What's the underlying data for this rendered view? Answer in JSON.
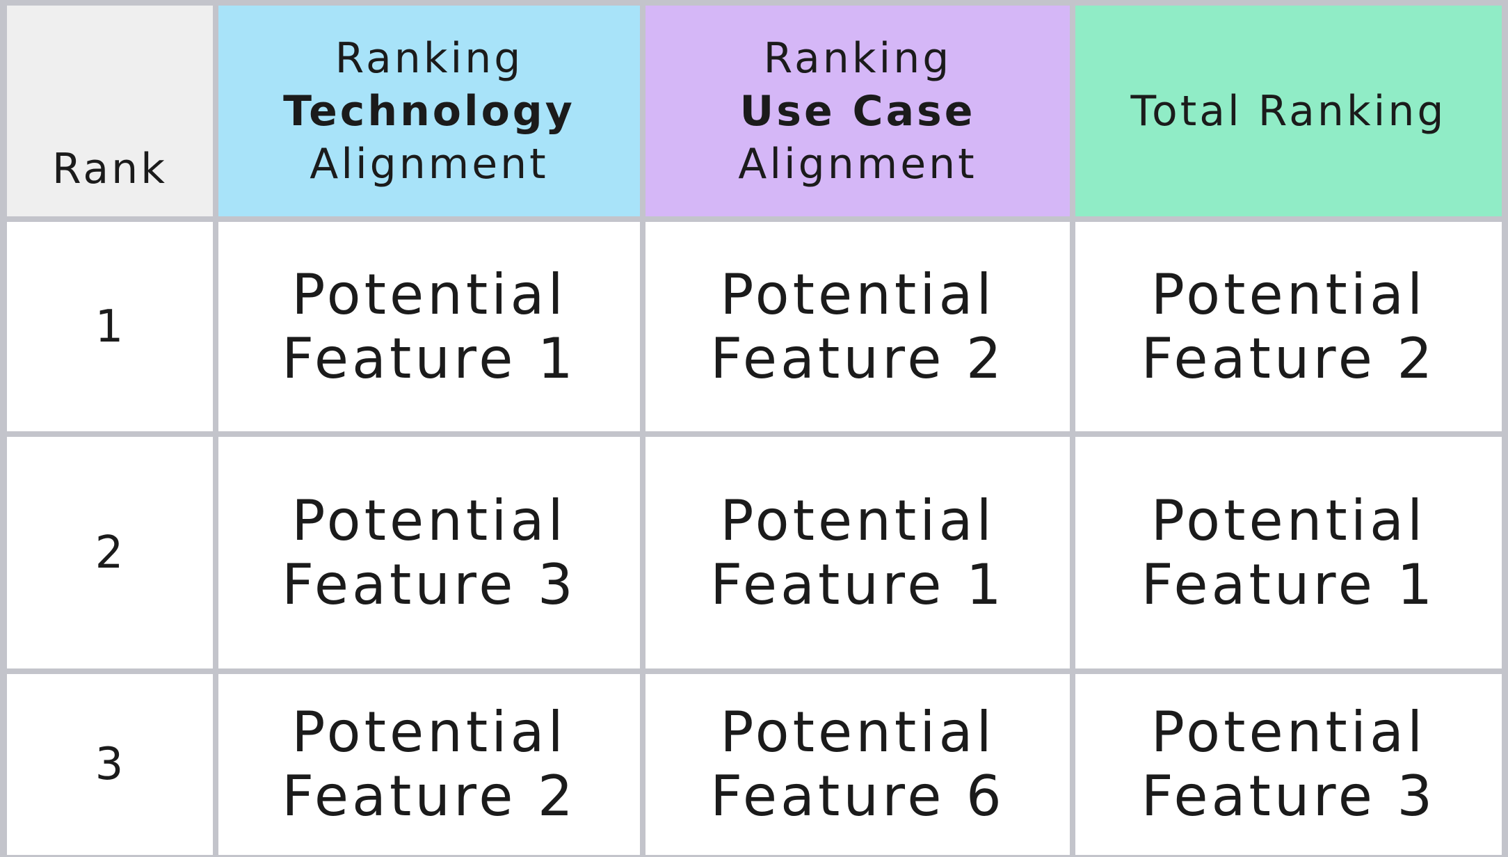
{
  "table": {
    "headers": {
      "rank": "Rank",
      "technology": {
        "line1": "Ranking",
        "line2": "Technology",
        "line3": "Alignment"
      },
      "use_case": {
        "line1": "Ranking",
        "line2": "Use Case",
        "line3": "Alignment"
      },
      "total": "Total Ranking"
    },
    "rows": [
      {
        "rank": "1",
        "technology": {
          "line1": "Potential",
          "line2": "Feature 1"
        },
        "use_case": {
          "line1": "Potential",
          "line2": "Feature 2"
        },
        "total": {
          "line1": "Potential",
          "line2": "Feature 2"
        }
      },
      {
        "rank": "2",
        "technology": {
          "line1": "Potential",
          "line2": "Feature 3"
        },
        "use_case": {
          "line1": "Potential",
          "line2": "Feature 1"
        },
        "total": {
          "line1": "Potential",
          "line2": "Feature 1"
        }
      },
      {
        "rank": "3",
        "technology": {
          "line1": "Potential",
          "line2": "Feature 2"
        },
        "use_case": {
          "line1": "Potential",
          "line2": "Feature 6"
        },
        "total": {
          "line1": "Potential",
          "line2": "Feature 3"
        }
      }
    ],
    "colors": {
      "rank_header": "#efefef",
      "technology_header": "#a8e3f9",
      "use_case_header": "#d5b7f7",
      "total_header": "#90ecc6",
      "grid_lines": "#c3c4cb"
    }
  }
}
